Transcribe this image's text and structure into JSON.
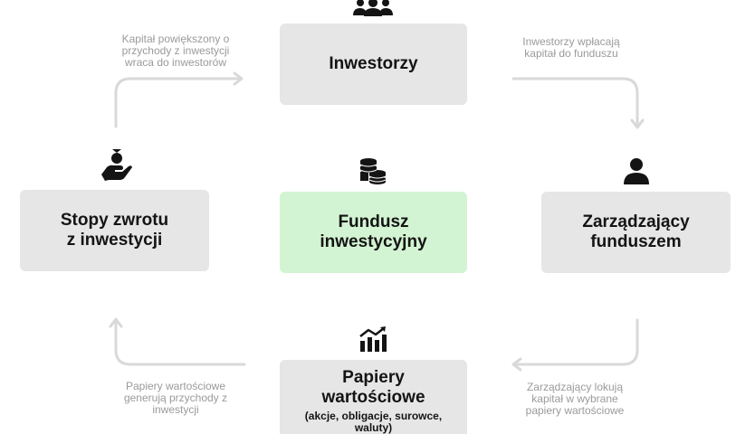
{
  "nodes": {
    "investors": {
      "label": "Inwestorzy",
      "icon": "people-group-icon"
    },
    "fund": {
      "label_lines": [
        "Fundusz",
        "inwestycyjny"
      ],
      "icon": "coins-stack-icon",
      "color": "#d3f4d3"
    },
    "manager": {
      "label_lines": [
        "Zarządzający",
        "funduszem"
      ],
      "icon": "person-icon"
    },
    "returns": {
      "label_lines": [
        "Stopy zwrotu",
        "z inwestycji"
      ],
      "icon": "hand-coin-icon"
    },
    "securities": {
      "label_lines": [
        "Papiery",
        "wartościowe"
      ],
      "sub_lines": [
        "(akcje, obligacje, surowce,",
        "waluty)"
      ],
      "icon": "bar-chart-trend-icon"
    }
  },
  "notes": {
    "top_left": [
      "Kapitał powiększony o",
      "przychody z inwestycji",
      "wraca do inwestorów"
    ],
    "top_right": [
      "Inwestorzy wpłacają",
      "kapitał do funduszu"
    ],
    "bottom_right": [
      "Zarządzający lokują",
      "kapitał w wybrane",
      "papiery wartościowe"
    ],
    "bottom_left": [
      "Papiery wartościowe",
      "generują przychody z",
      "inwestycji"
    ]
  },
  "colors": {
    "box": "#e6e6e6",
    "fund_box": "#d3f4d3",
    "arrow": "#d9d9d9",
    "note_text": "#9a9a9a",
    "label_text": "#141414"
  }
}
